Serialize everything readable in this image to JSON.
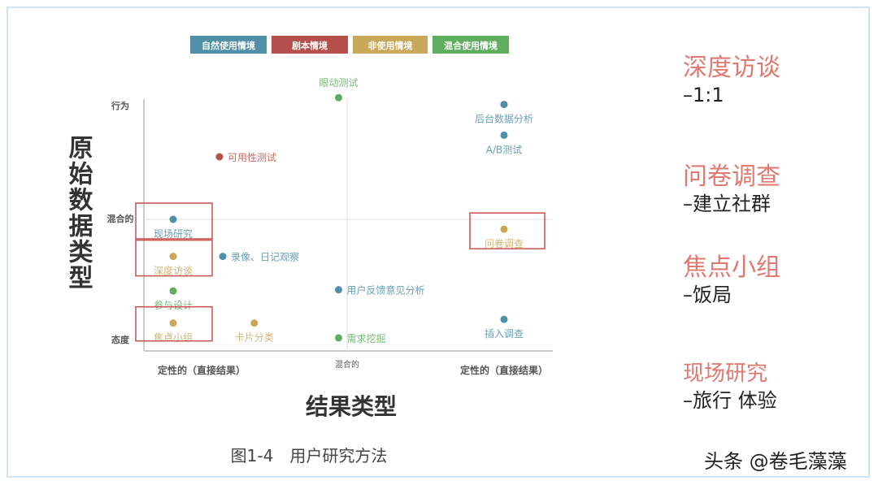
{
  "chart_data": {
    "type": "scatter",
    "legend": [
      {
        "label": "自然使用情境",
        "color": "#4f8fa8"
      },
      {
        "label": "剧本情境",
        "color": "#b5504c"
      },
      {
        "label": "非使用情境",
        "color": "#c9a85a"
      },
      {
        "label": "混合使用情境",
        "color": "#5fae5f"
      }
    ],
    "legend_placement": "top",
    "xlabel": "结果类型",
    "ylabel": "原始数据类型",
    "x_ticks": [
      "定性的（直接结果）",
      "混合的",
      "定性的（直接结果）"
    ],
    "y_ticks": [
      "态度",
      "混合的",
      "行为"
    ],
    "xlim": [
      0,
      2
    ],
    "ylim": [
      0,
      2
    ],
    "points": [
      {
        "label": "眼动测试",
        "x": 1.0,
        "y": 2.07,
        "category": "混合使用情境"
      },
      {
        "label": "后台数据分析",
        "x": 2.0,
        "y": 2.01,
        "category": "自然使用情境"
      },
      {
        "label": "A/B测试",
        "x": 2.0,
        "y": 1.74,
        "category": "自然使用情境"
      },
      {
        "label": "可用性测试",
        "x": 0.28,
        "y": 1.55,
        "category": "剧本情境"
      },
      {
        "label": "现场研究",
        "x": 0.0,
        "y": 1.0,
        "category": "自然使用情境",
        "highlighted": true
      },
      {
        "label": "问卷调查",
        "x": 2.0,
        "y": 0.92,
        "category": "非使用情境",
        "highlighted": true
      },
      {
        "label": "深度访谈",
        "x": 0.0,
        "y": 0.7,
        "category": "非使用情境",
        "highlighted": true
      },
      {
        "label": "录像、日记观察",
        "x": 0.3,
        "y": 0.7,
        "category": "自然使用情境"
      },
      {
        "label": "参与设计",
        "x": 0.0,
        "y": 0.42,
        "category": "混合使用情境"
      },
      {
        "label": "用户反馈意见分析",
        "x": 1.0,
        "y": 0.43,
        "category": "自然使用情境"
      },
      {
        "label": "焦点小组",
        "x": 0.0,
        "y": 0.16,
        "category": "非使用情境",
        "highlighted": true
      },
      {
        "label": "卡片分类",
        "x": 0.49,
        "y": 0.16,
        "category": "非使用情境"
      },
      {
        "label": "需求挖掘",
        "x": 1.0,
        "y": 0.04,
        "category": "混合使用情境"
      },
      {
        "label": "插入调查",
        "x": 2.0,
        "y": 0.19,
        "category": "自然使用情境"
      }
    ],
    "caption": "图1-4　用户研究方法",
    "highlight_color": "#c9504c"
  },
  "side_notes": [
    {
      "title": "深度访谈",
      "sub": "–1:1"
    },
    {
      "title": "问卷调查",
      "sub": "–建立社群"
    },
    {
      "title": "焦点小组",
      "sub": "–饭局"
    },
    {
      "title": "现场研究",
      "sub": "–旅行 体验"
    }
  ],
  "watermark": "头条 @卷毛藻藻"
}
